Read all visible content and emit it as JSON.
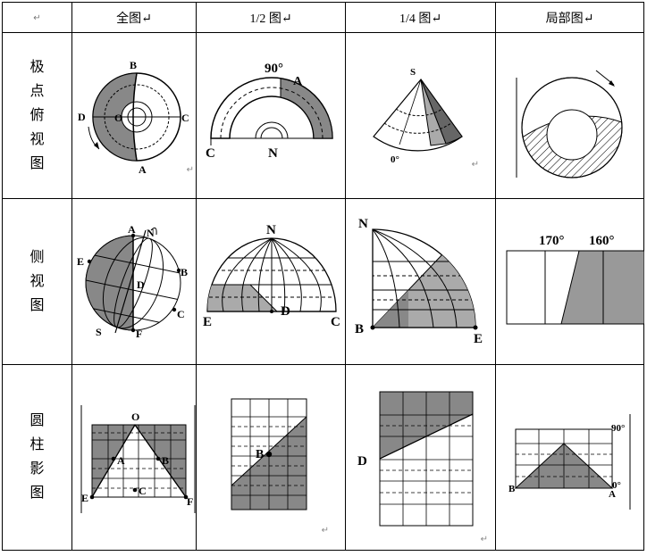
{
  "table": {
    "corner": "↵",
    "headers": [
      "全图↵",
      "1/2 图↵",
      "1/4 图↵",
      "局部图↵"
    ],
    "rows": [
      {
        "label_chars": [
          "极",
          "点",
          "俯",
          "视",
          "图"
        ]
      },
      {
        "label_chars": [
          "侧",
          "视",
          "图"
        ]
      },
      {
        "label_chars": [
          "圆",
          "柱",
          "影",
          "图"
        ]
      }
    ],
    "return_mark": "↵"
  },
  "figures": {
    "polar_full": {
      "labels": [
        "B",
        "A",
        "D",
        "O",
        "C"
      ]
    },
    "polar_half": {
      "labels": [
        "90°",
        "A",
        "C",
        "N"
      ]
    },
    "polar_quarter": {
      "labels": [
        "S",
        "0°"
      ]
    },
    "side_full": {
      "labels": [
        "A",
        "N",
        "E",
        "B",
        "D",
        "C",
        "S",
        "F"
      ]
    },
    "side_half": {
      "labels": [
        "N",
        "E",
        "D",
        "C"
      ]
    },
    "side_quarter": {
      "labels": [
        "N",
        "B",
        "E"
      ]
    },
    "side_partial": {
      "labels": [
        "170°",
        "160°"
      ]
    },
    "cyl_full": {
      "labels": [
        "O",
        "A",
        "B",
        "C",
        "E",
        "F"
      ]
    },
    "cyl_half": {
      "labels": [
        "B"
      ]
    },
    "cyl_quarter": {
      "labels": [
        "D"
      ]
    },
    "cyl_partial": {
      "labels": [
        "90°",
        "0°",
        "B",
        "A"
      ]
    }
  }
}
